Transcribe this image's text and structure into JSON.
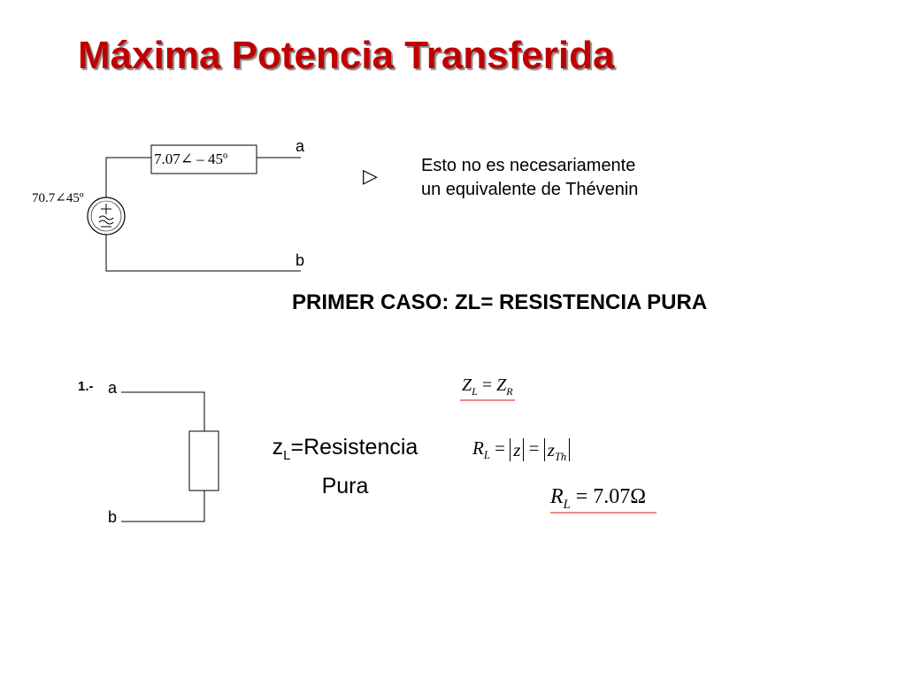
{
  "title": "Máxima Potencia Transferida",
  "circuit1": {
    "source_label": "70.7∠45º",
    "impedance_label": "7.07∠ – 45º",
    "node_a": "a",
    "node_b": "b"
  },
  "note": {
    "bullet": "▷",
    "line1": "Esto no es necesariamente",
    "line2": "un equivalente de Thévenin"
  },
  "case_heading": "PRIMER CASO: ZL= RESISTENCIA PURA",
  "circuit2": {
    "number": "1.-",
    "node_a": "a",
    "node_b": "b",
    "zl_prefix": "z",
    "zl_sub": "L",
    "zl_line1": "=Resistencia",
    "zl_line2": "Pura"
  },
  "equations": {
    "eq1": {
      "lhs": "Z",
      "lhs_sub": "L",
      "op": "=",
      "rhs": "Z",
      "rhs_sub": "R"
    },
    "eq2": {
      "lhs": "R",
      "lhs_sub": "L",
      "op1": "=",
      "mid": "z",
      "op2": "=",
      "rhs": "z",
      "rhs_sub": "Th"
    },
    "eq3": {
      "lhs": "R",
      "lhs_sub": "L",
      "op": "=",
      "value": "7.07Ω"
    }
  },
  "colors": {
    "title": "#c00000",
    "underline": "#e04040"
  }
}
